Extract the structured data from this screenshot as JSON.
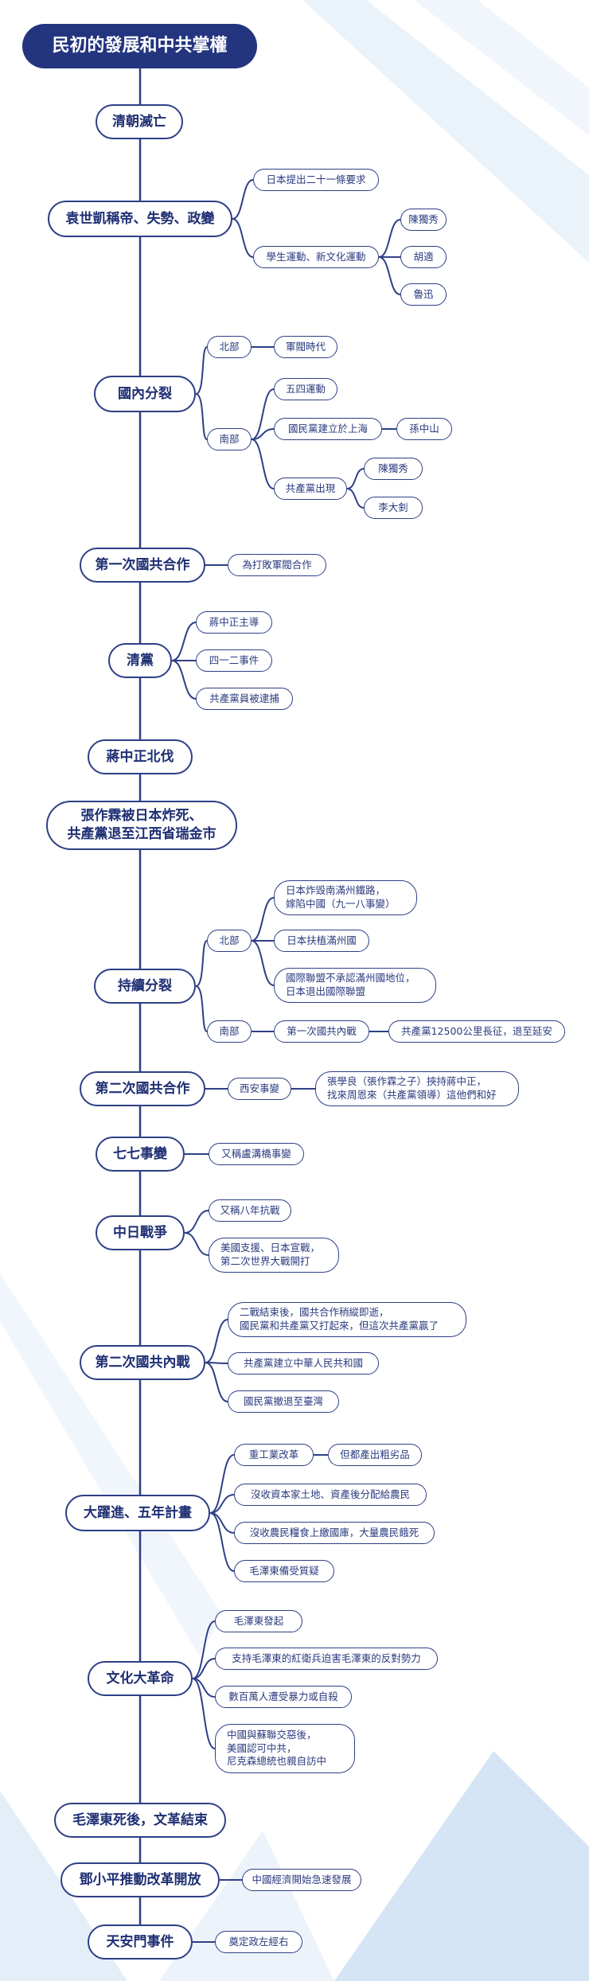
{
  "title": "民初的發展和中共掌權",
  "colors": {
    "primary": "#23357f",
    "line": "#2e3f86",
    "background": "#ffffff",
    "decoration": "#c7dcf1"
  },
  "nodes": [
    {
      "id": "n0",
      "text": "清朝滅亡"
    },
    {
      "id": "n1",
      "text": "袁世凱稱帝、失勢、政變"
    },
    {
      "id": "n1a",
      "text": "日本提出二十一條要求"
    },
    {
      "id": "n1b",
      "text": "學生運動、新文化運動"
    },
    {
      "id": "n1b1",
      "text": "陳獨秀"
    },
    {
      "id": "n1b2",
      "text": "胡適"
    },
    {
      "id": "n1b3",
      "text": "魯迅"
    },
    {
      "id": "n2",
      "text": "國內分裂"
    },
    {
      "id": "n2a",
      "text": "北部"
    },
    {
      "id": "n2a1",
      "text": "軍閥時代"
    },
    {
      "id": "n2b",
      "text": "南部"
    },
    {
      "id": "n2b1",
      "text": "五四運動"
    },
    {
      "id": "n2b2",
      "text": "國民黨建立於上海"
    },
    {
      "id": "n2b2a",
      "text": "孫中山"
    },
    {
      "id": "n2b3",
      "text": "共產黨出現"
    },
    {
      "id": "n2b3a",
      "text": "陳獨秀"
    },
    {
      "id": "n2b3b",
      "text": "李大釗"
    },
    {
      "id": "n3",
      "text": "第一次國共合作"
    },
    {
      "id": "n3a",
      "text": "為打敗軍閥合作"
    },
    {
      "id": "n4",
      "text": "清黨"
    },
    {
      "id": "n4a",
      "text": "蔣中正主導"
    },
    {
      "id": "n4b",
      "text": "四一二事件"
    },
    {
      "id": "n4c",
      "text": "共產黨員被逮捕"
    },
    {
      "id": "n5",
      "text": "蔣中正北伐"
    },
    {
      "id": "n6",
      "text": "張作霖被日本炸死、\n共產黨退至江西省瑞金市"
    },
    {
      "id": "n7",
      "text": "持續分裂"
    },
    {
      "id": "n7a",
      "text": "北部"
    },
    {
      "id": "n7a1",
      "text": "日本炸毀南滿州鐵路，\n嫁陷中國（九一八事變）"
    },
    {
      "id": "n7a2",
      "text": "日本扶植滿州國"
    },
    {
      "id": "n7a3",
      "text": "國際聯盟不承認滿州國地位，\n日本退出國際聯盟"
    },
    {
      "id": "n7b",
      "text": "南部"
    },
    {
      "id": "n7b1",
      "text": "第一次國共內戰"
    },
    {
      "id": "n7b1a",
      "text": "共產黨12500公里長征，退至延安"
    },
    {
      "id": "n8",
      "text": "第二次國共合作"
    },
    {
      "id": "n8a",
      "text": "西安事變"
    },
    {
      "id": "n8a1",
      "text": "張學良（張作霖之子）挾持蔣中正，\n找來周恩來（共產黨領導）這他們和好"
    },
    {
      "id": "n9",
      "text": "七七事變"
    },
    {
      "id": "n9a",
      "text": "又稱盧溝橋事變"
    },
    {
      "id": "n10",
      "text": "中日戰爭"
    },
    {
      "id": "n10a",
      "text": "又稱八年抗戰"
    },
    {
      "id": "n10b",
      "text": "美國支援、日本宣戰，\n第二次世界大戰開打"
    },
    {
      "id": "n11",
      "text": "第二次國共內戰"
    },
    {
      "id": "n11a",
      "text": "二戰結束後，國共合作稍縱即逝，\n國民黨和共產黨又打起來，但這次共產黨贏了"
    },
    {
      "id": "n11b",
      "text": "共產黨建立中華人民共和國"
    },
    {
      "id": "n11c",
      "text": "國民黨撤退至臺灣"
    },
    {
      "id": "n12",
      "text": "大躍進、五年計畫"
    },
    {
      "id": "n12a",
      "text": "重工業改革"
    },
    {
      "id": "n12a1",
      "text": "但都產出粗劣品"
    },
    {
      "id": "n12b",
      "text": "沒收資本家土地、資產後分配給農民"
    },
    {
      "id": "n12c",
      "text": "沒收農民糧食上繳國庫，大量農民餓死"
    },
    {
      "id": "n12d",
      "text": "毛澤東備受質疑"
    },
    {
      "id": "n13",
      "text": "文化大革命"
    },
    {
      "id": "n13a",
      "text": "毛澤東發起"
    },
    {
      "id": "n13b",
      "text": "支持毛澤東的紅衛兵迫害毛澤東的反對勢力"
    },
    {
      "id": "n13c",
      "text": "數百萬人遭受暴力或自殺"
    },
    {
      "id": "n13d",
      "text": "中國與蘇聯交惡後，\n美國認可中共，\n尼克森總統也親自訪中"
    },
    {
      "id": "n14",
      "text": "毛澤東死後，文革結束"
    },
    {
      "id": "n15",
      "text": "鄧小平推動改革開放"
    },
    {
      "id": "n15a",
      "text": "中國經濟開始急速發展"
    },
    {
      "id": "n16",
      "text": "天安門事件"
    },
    {
      "id": "n16a",
      "text": "奠定政左經右"
    }
  ]
}
